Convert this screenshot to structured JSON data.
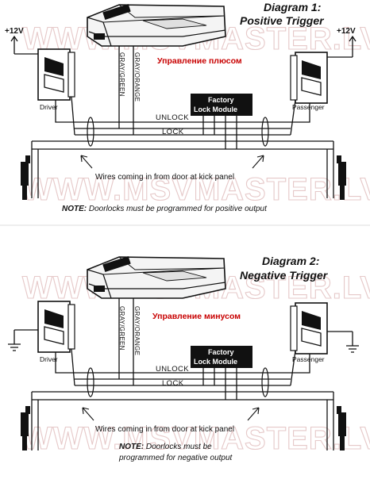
{
  "watermark": "WWW.MSVMASTER.LV",
  "colors": {
    "module_bg": "#111111",
    "russian_text": "#c80000",
    "watermark": "#e6c9c9"
  },
  "diagram1": {
    "title_line1": "Diagram 1:",
    "title_line2": "Positive Trigger",
    "supply_left": "+12V",
    "supply_right": "+12V",
    "russian_label": "Управление плюсом",
    "wire_gray_green": "GRAY/GREEN",
    "wire_gray_orange": "GRAY/ORANGE",
    "driver_label": "Driver",
    "passenger_label": "Passenger",
    "module_line1": "Factory",
    "module_line2": "Lock Module",
    "unlock_label": "UNLOCK",
    "lock_label": "LOCK",
    "kick_panel_label": "Wires coming in from door at kick panel",
    "note_label": "NOTE:",
    "note_text": "Doorlocks must be programmed for positive output"
  },
  "diagram2": {
    "title_line1": "Diagram 2:",
    "title_line2": "Negative Trigger",
    "russian_label": "Управление минусом",
    "wire_gray_green": "GRAY/GREEN",
    "wire_gray_orange": "GRAY/ORANGE",
    "driver_label": "Driver",
    "passenger_label": "Passenger",
    "module_line1": "Factory",
    "module_line2": "Lock Module",
    "unlock_label": "UNLOCK",
    "lock_label": "LOCK",
    "kick_panel_label": "Wires coming in from door at kick panel",
    "note_label": "NOTE:",
    "note_line1": "Doorlocks must be",
    "note_line2": "programmed for negative output"
  }
}
